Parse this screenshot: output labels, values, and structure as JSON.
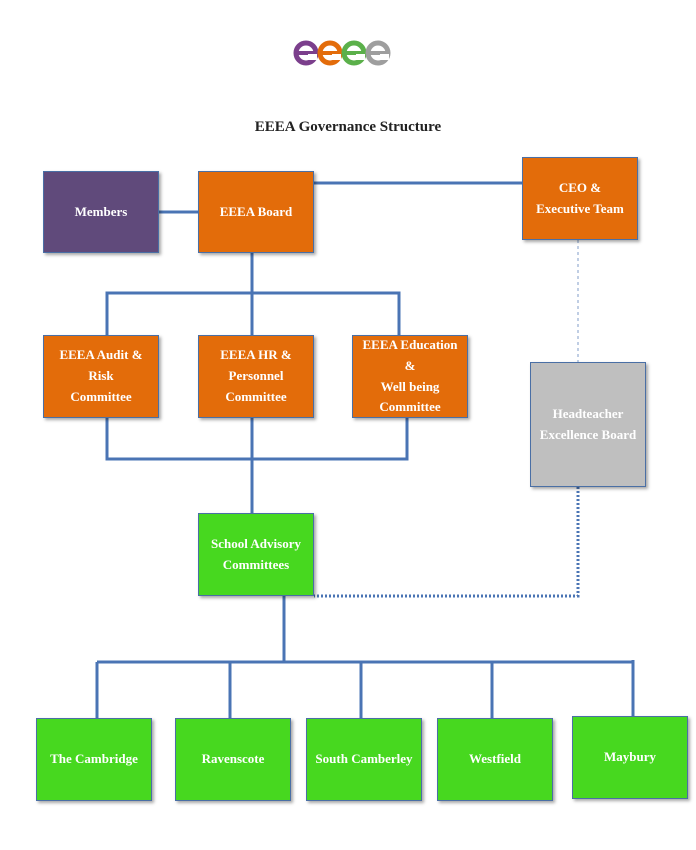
{
  "logo": {
    "colors": [
      "#7b3f8c",
      "#e36c0a",
      "#5bb04a",
      "#9e9e9e"
    ]
  },
  "title": "EEEA Governance Structure",
  "nodes": {
    "members": "Members",
    "board": "EEEA Board",
    "ceo": "CEO &\nExecutive Team",
    "audit": "EEEA Audit & Risk\nCommittee",
    "hr": "EEEA HR & Personnel\nCommittee",
    "education": "EEEA Education &\nWell being\nCommittee",
    "headteacher": "Headteacher\nExcellence Board",
    "advisory": "School Advisory\nCommittees",
    "schools": [
      "The Cambridge",
      "Ravenscote",
      "South Camberley",
      "Westfield",
      "Maybury"
    ]
  },
  "colors": {
    "board": "#e36c0a",
    "members": "#604a7b",
    "headteacher": "#bfbfbf",
    "schools": "#47d81f",
    "line": "#4a74b4"
  }
}
